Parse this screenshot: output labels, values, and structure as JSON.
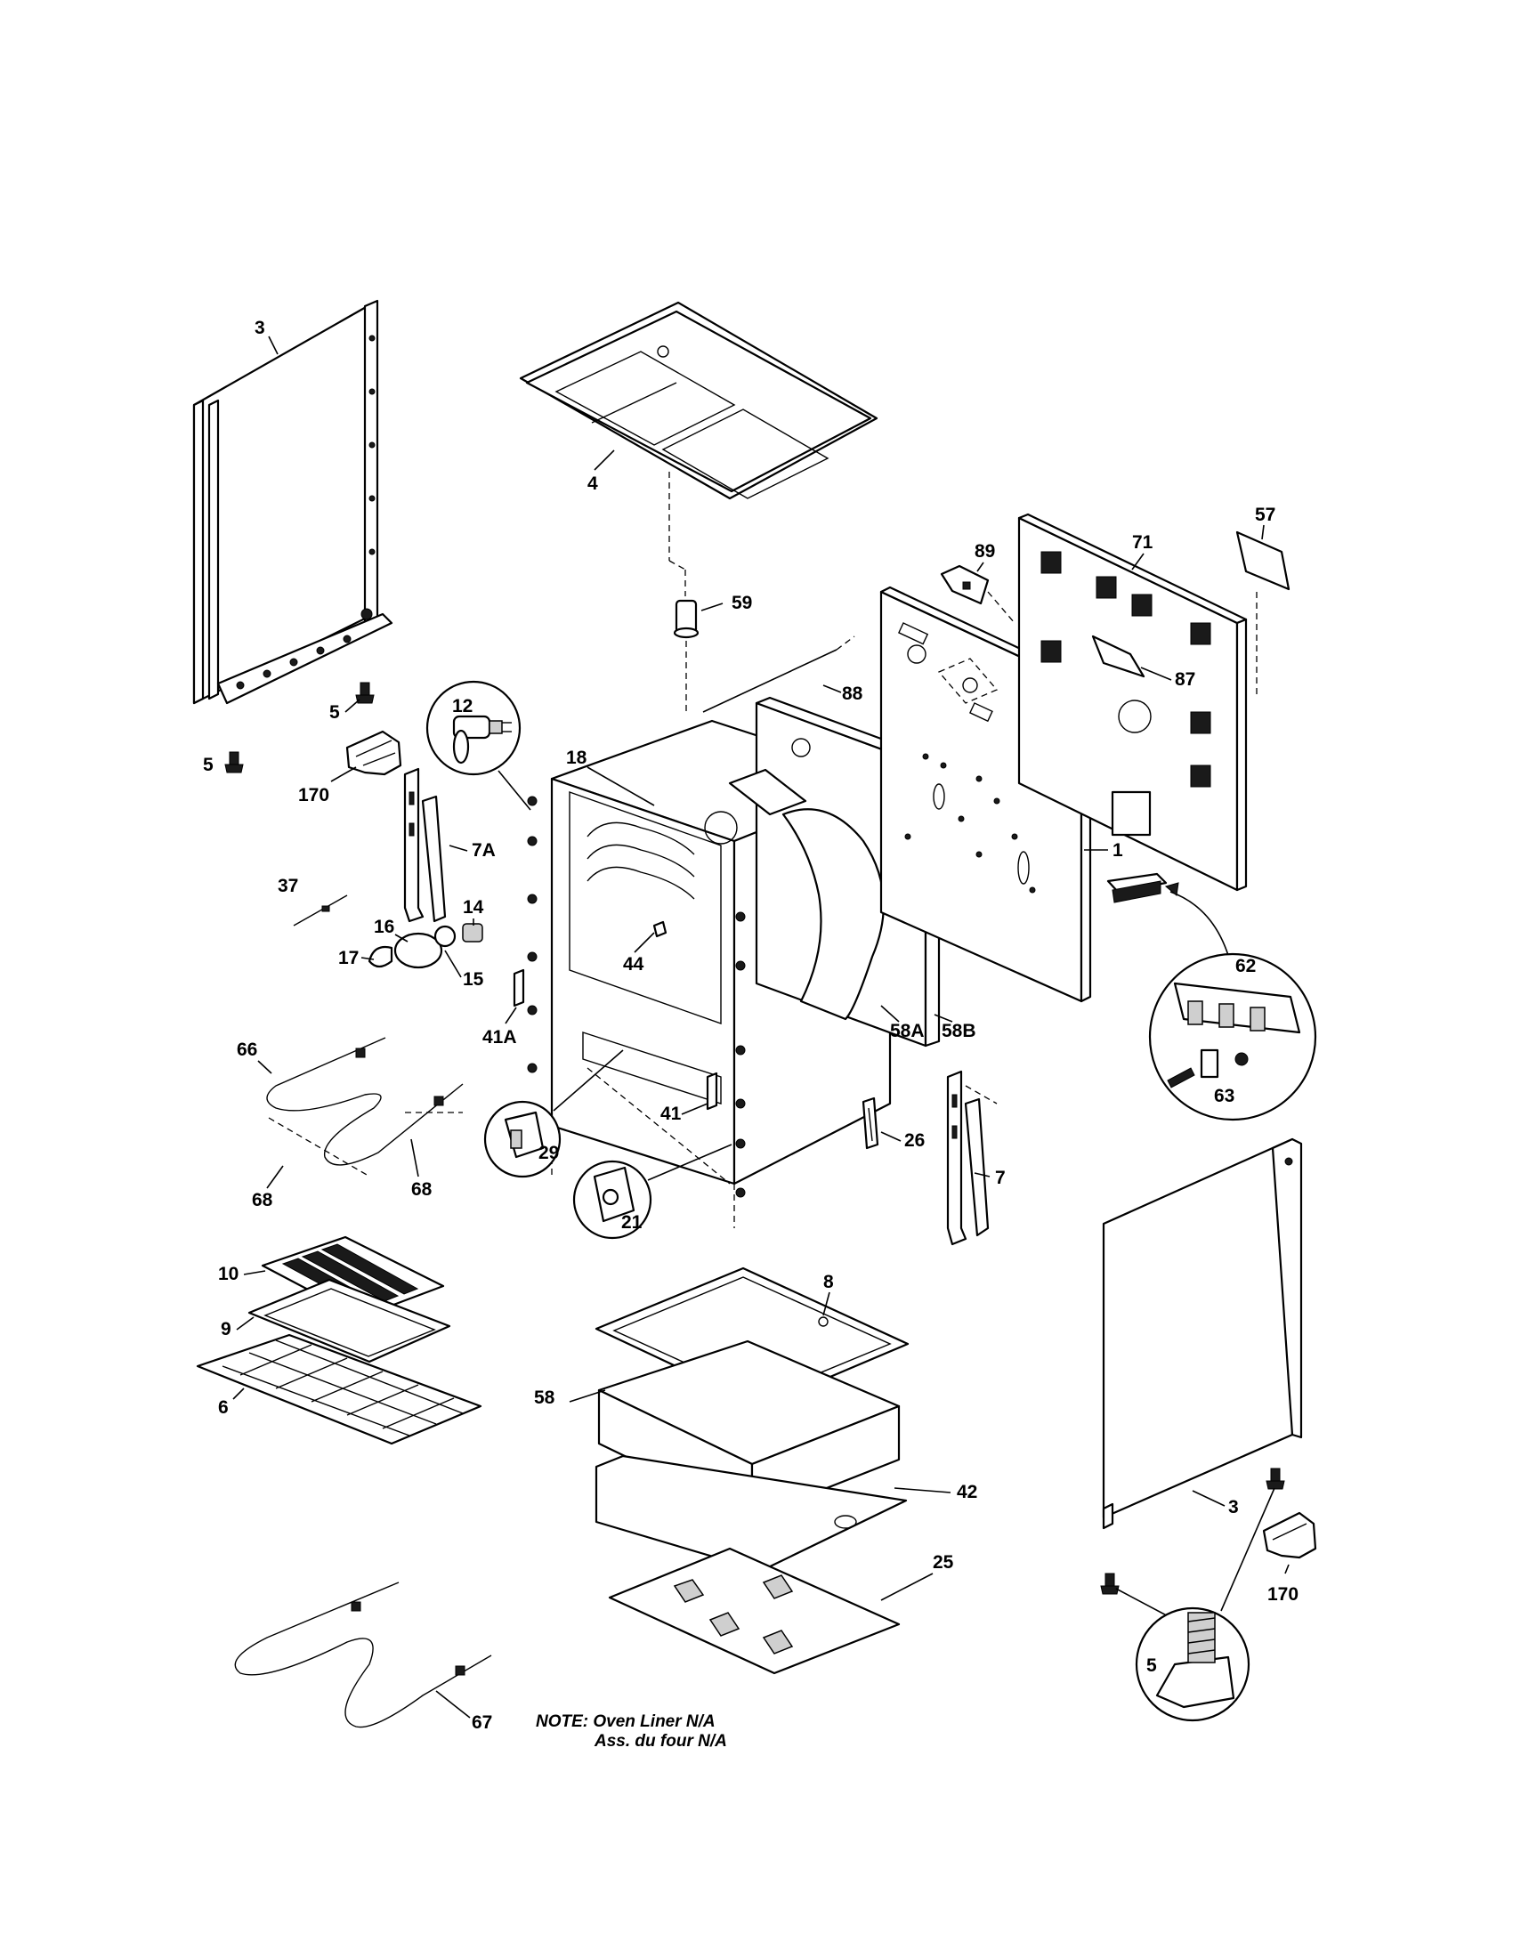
{
  "labels": {
    "l3a": "3",
    "l4": "4",
    "l5a": "5",
    "l5b": "5",
    "l170a": "170",
    "l12": "12",
    "l7a": "7A",
    "l37": "37",
    "l16": "16",
    "l14": "14",
    "l17": "17",
    "l15": "15",
    "l18": "18",
    "l44": "44",
    "l41a": "41A",
    "l59": "59",
    "l88": "88",
    "l89": "89",
    "l71": "71",
    "l57": "57",
    "l87": "87",
    "l1": "1",
    "l58a": "58A",
    "l58b": "58B",
    "l62": "62",
    "l63": "63",
    "l66": "66",
    "l68a": "68",
    "l68b": "68",
    "l29": "29",
    "l41": "41",
    "l21": "21",
    "l26": "26",
    "l7": "7",
    "l10": "10",
    "l9": "9",
    "l6": "6",
    "l8": "8",
    "l58": "58",
    "l42": "42",
    "l25": "25",
    "l67": "67",
    "l3b": "3",
    "l5c": "5",
    "l170b": "170"
  },
  "note": {
    "line1": "NOTE: Oven Liner N/A",
    "line2": "Ass. du four N/A"
  }
}
